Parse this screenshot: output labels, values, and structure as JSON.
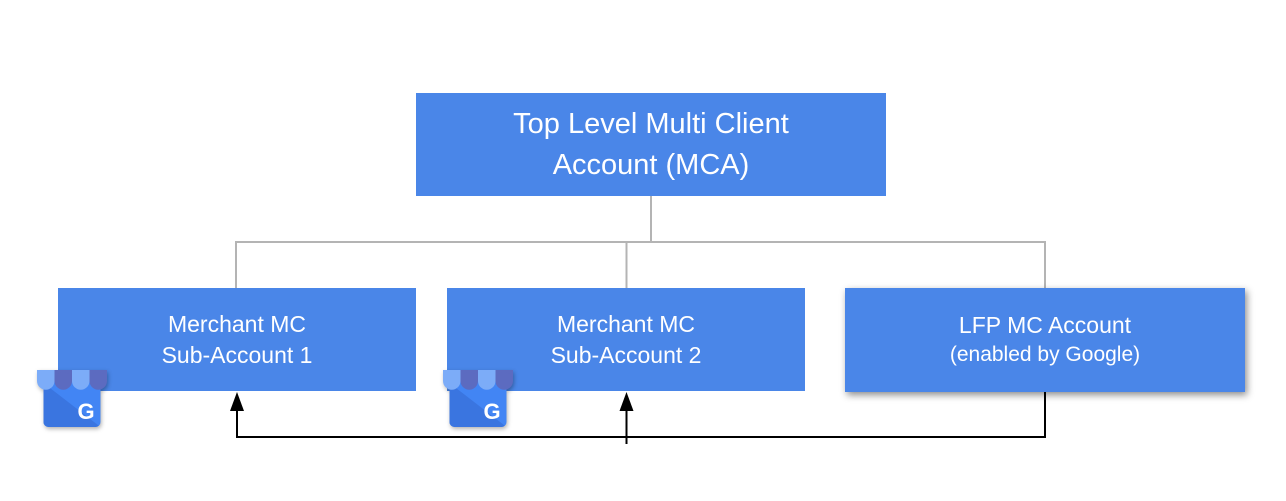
{
  "page": {
    "background": "#ffffff"
  },
  "colors": {
    "box_fill": "#4a86e8",
    "box_text": "#ffffff",
    "hierarchy_connector": "#b4b4b4",
    "flow_arrow": "#000000",
    "gmb_awning_light": "#7cacf8",
    "gmb_awning_dark": "#5c6bc0",
    "gmb_body": "#4285f4",
    "gmb_fold": "#3a75e0",
    "gmb_letter": "#ffffff"
  },
  "diagram": {
    "root": {
      "label_line1": "Top Level Multi Client",
      "label_line2": "Account (MCA)"
    },
    "children": [
      {
        "label_line1": "Merchant MC",
        "label_line2": "Sub-Account 1",
        "icon": "google-my-business-icon"
      },
      {
        "label_line1": "Merchant MC",
        "label_line2": "Sub-Account 2",
        "icon": "google-my-business-icon"
      },
      {
        "label_line1": "LFP MC Account",
        "label_line2": "(enabled by Google)"
      }
    ],
    "connections": {
      "hierarchy_lines": [
        "Top Level MCA → Merchant MC Sub-Account 1",
        "Top Level MCA → Merchant MC Sub-Account 2",
        "Top Level MCA → LFP MC Account"
      ],
      "black_arrows": [
        "LFP MC Account → Merchant MC Sub-Account 1",
        "LFP MC Account → Merchant MC Sub-Account 2"
      ]
    },
    "gmb_icon_letter": "G"
  }
}
